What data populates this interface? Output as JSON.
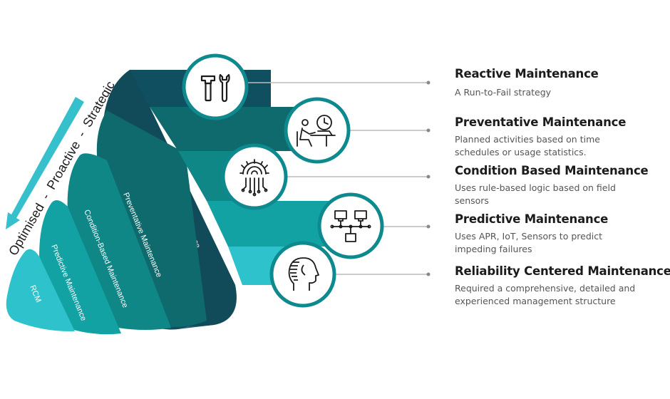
{
  "arrow_label": "Optimised  -  Proactive  -  Strategic",
  "layers": [
    {
      "label": "Reactive Maintenance",
      "color": "#0f4f5f",
      "icon": "tools-icon"
    },
    {
      "label": "Preventative Maintenance",
      "color": "#0e6a6c",
      "icon": "worker-clock-icon"
    },
    {
      "label": "Condition-Based Maintenance",
      "color": "#0e8786",
      "icon": "gear-circuit-icon"
    },
    {
      "label": "Predictive Maintenance",
      "color": "#12a2a4",
      "icon": "network-icon"
    },
    {
      "label": "RCM",
      "color": "#2ec3cc",
      "icon": "head-profile-icon"
    }
  ],
  "descriptions": [
    {
      "title": "Reactive Maintenance",
      "lines": [
        "A Run-to-Fail strategy"
      ]
    },
    {
      "title": "Preventative Maintenance",
      "lines": [
        "Planned activities based on time",
        "schedules or usage statistics."
      ]
    },
    {
      "title": "Condition Based Maintenance",
      "lines": [
        "Uses rule-based logic based on field",
        "sensors"
      ]
    },
    {
      "title": "Predictive Maintenance",
      "lines": [
        "Uses APR, IoT, Sensors to predict",
        "impeding failures"
      ]
    },
    {
      "title": "Reliability Centered Maintenance",
      "lines": [
        "Required a comprehensive, detailed and",
        "experienced management structure"
      ]
    }
  ],
  "colors": {
    "arrow": "#36c0cb",
    "ring": "#0e8a8e",
    "connector": "#bbbbbb",
    "dot": "#888888"
  }
}
